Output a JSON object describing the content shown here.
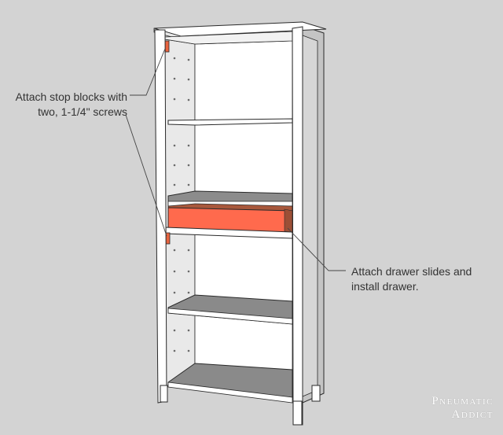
{
  "callouts": {
    "stop_blocks": {
      "line1": "Attach stop blocks with",
      "line2": "two, 1-1/4\" screws"
    },
    "drawer": {
      "line1": "Attach drawer slides and",
      "line2": "install drawer."
    }
  },
  "watermark": {
    "line1": "Pneumatic",
    "line2": "Addict"
  },
  "colors": {
    "background": "#d3d3d3",
    "cabinet_white": "#ffffff",
    "shelf_gray": "#8a8a8a",
    "drawer_front": "#ff6a4d",
    "drawer_side": "#a8583c",
    "stop_block": "#e8643f",
    "outline": "#2a2a2a"
  }
}
